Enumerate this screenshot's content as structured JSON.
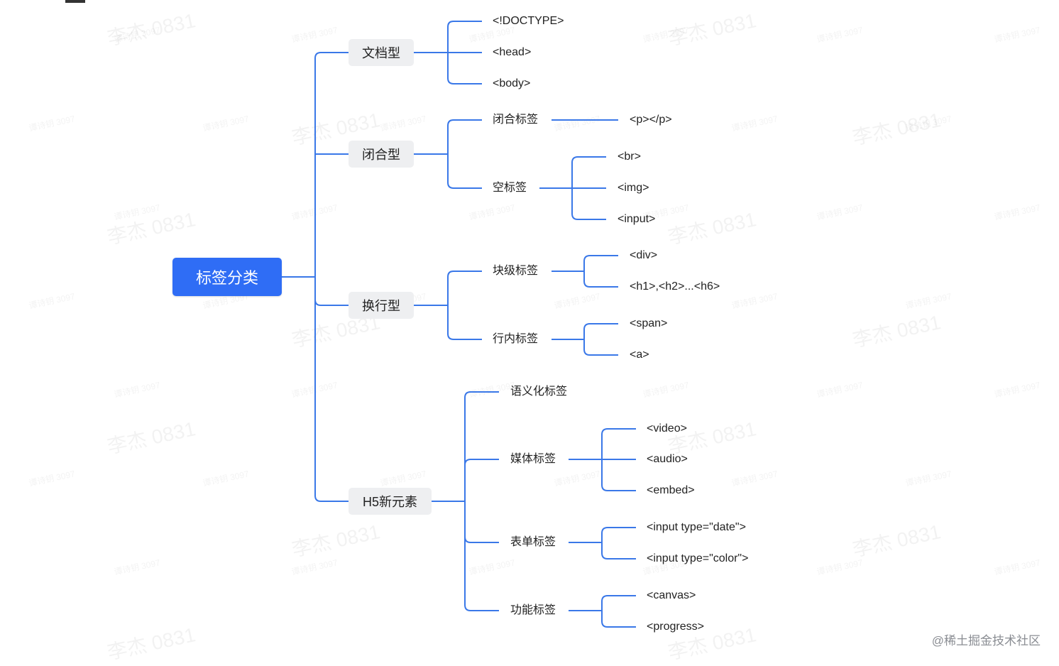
{
  "root": "标签分类",
  "categories": [
    {
      "label": "文档型",
      "children": [
        {
          "label": "<!DOCTYPE>"
        },
        {
          "label": "<head>"
        },
        {
          "label": "<body>"
        }
      ]
    },
    {
      "label": "闭合型",
      "children": [
        {
          "label": "闭合标签",
          "children": [
            "<p></p>"
          ]
        },
        {
          "label": "空标签",
          "children": [
            "<br>",
            "<img>",
            "<input>"
          ]
        }
      ]
    },
    {
      "label": "换行型",
      "children": [
        {
          "label": "块级标签",
          "children": [
            "<div>",
            "<h1>,<h2>...<h6>"
          ]
        },
        {
          "label": "行内标签",
          "children": [
            "<span>",
            "<a>"
          ]
        }
      ]
    },
    {
      "label": "H5新元素",
      "children": [
        {
          "label": "语义化标签"
        },
        {
          "label": "媒体标签",
          "children": [
            "<video>",
            "<audio>",
            "<embed>"
          ]
        },
        {
          "label": "表单标签",
          "children": [
            "<input type=\"date\">",
            "<input type=\"color\">"
          ]
        },
        {
          "label": "功能标签",
          "children": [
            "<canvas>",
            "<progress>"
          ]
        }
      ]
    }
  ],
  "watermark": {
    "big": "李杰 0831",
    "small": "谭诗钥 3097"
  },
  "footer": "@稀土掘金技术社区",
  "colors": {
    "root": "#2f6df5",
    "line": "#3a78e8",
    "category_bg": "#eeeff1"
  }
}
